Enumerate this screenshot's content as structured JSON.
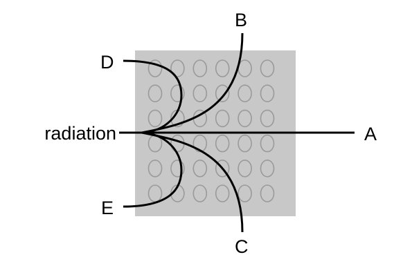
{
  "diagram": {
    "source_label": "radiation",
    "ray_labels": [
      "A",
      "B",
      "C",
      "D",
      "E"
    ],
    "colors": {
      "background": "#ffffff",
      "foil": "#c8c8c8",
      "atom_outline": "#9a9a9a",
      "ray": "#000000",
      "text": "#000000"
    },
    "atom_grid": {
      "rows": 6,
      "columns": 6
    }
  }
}
